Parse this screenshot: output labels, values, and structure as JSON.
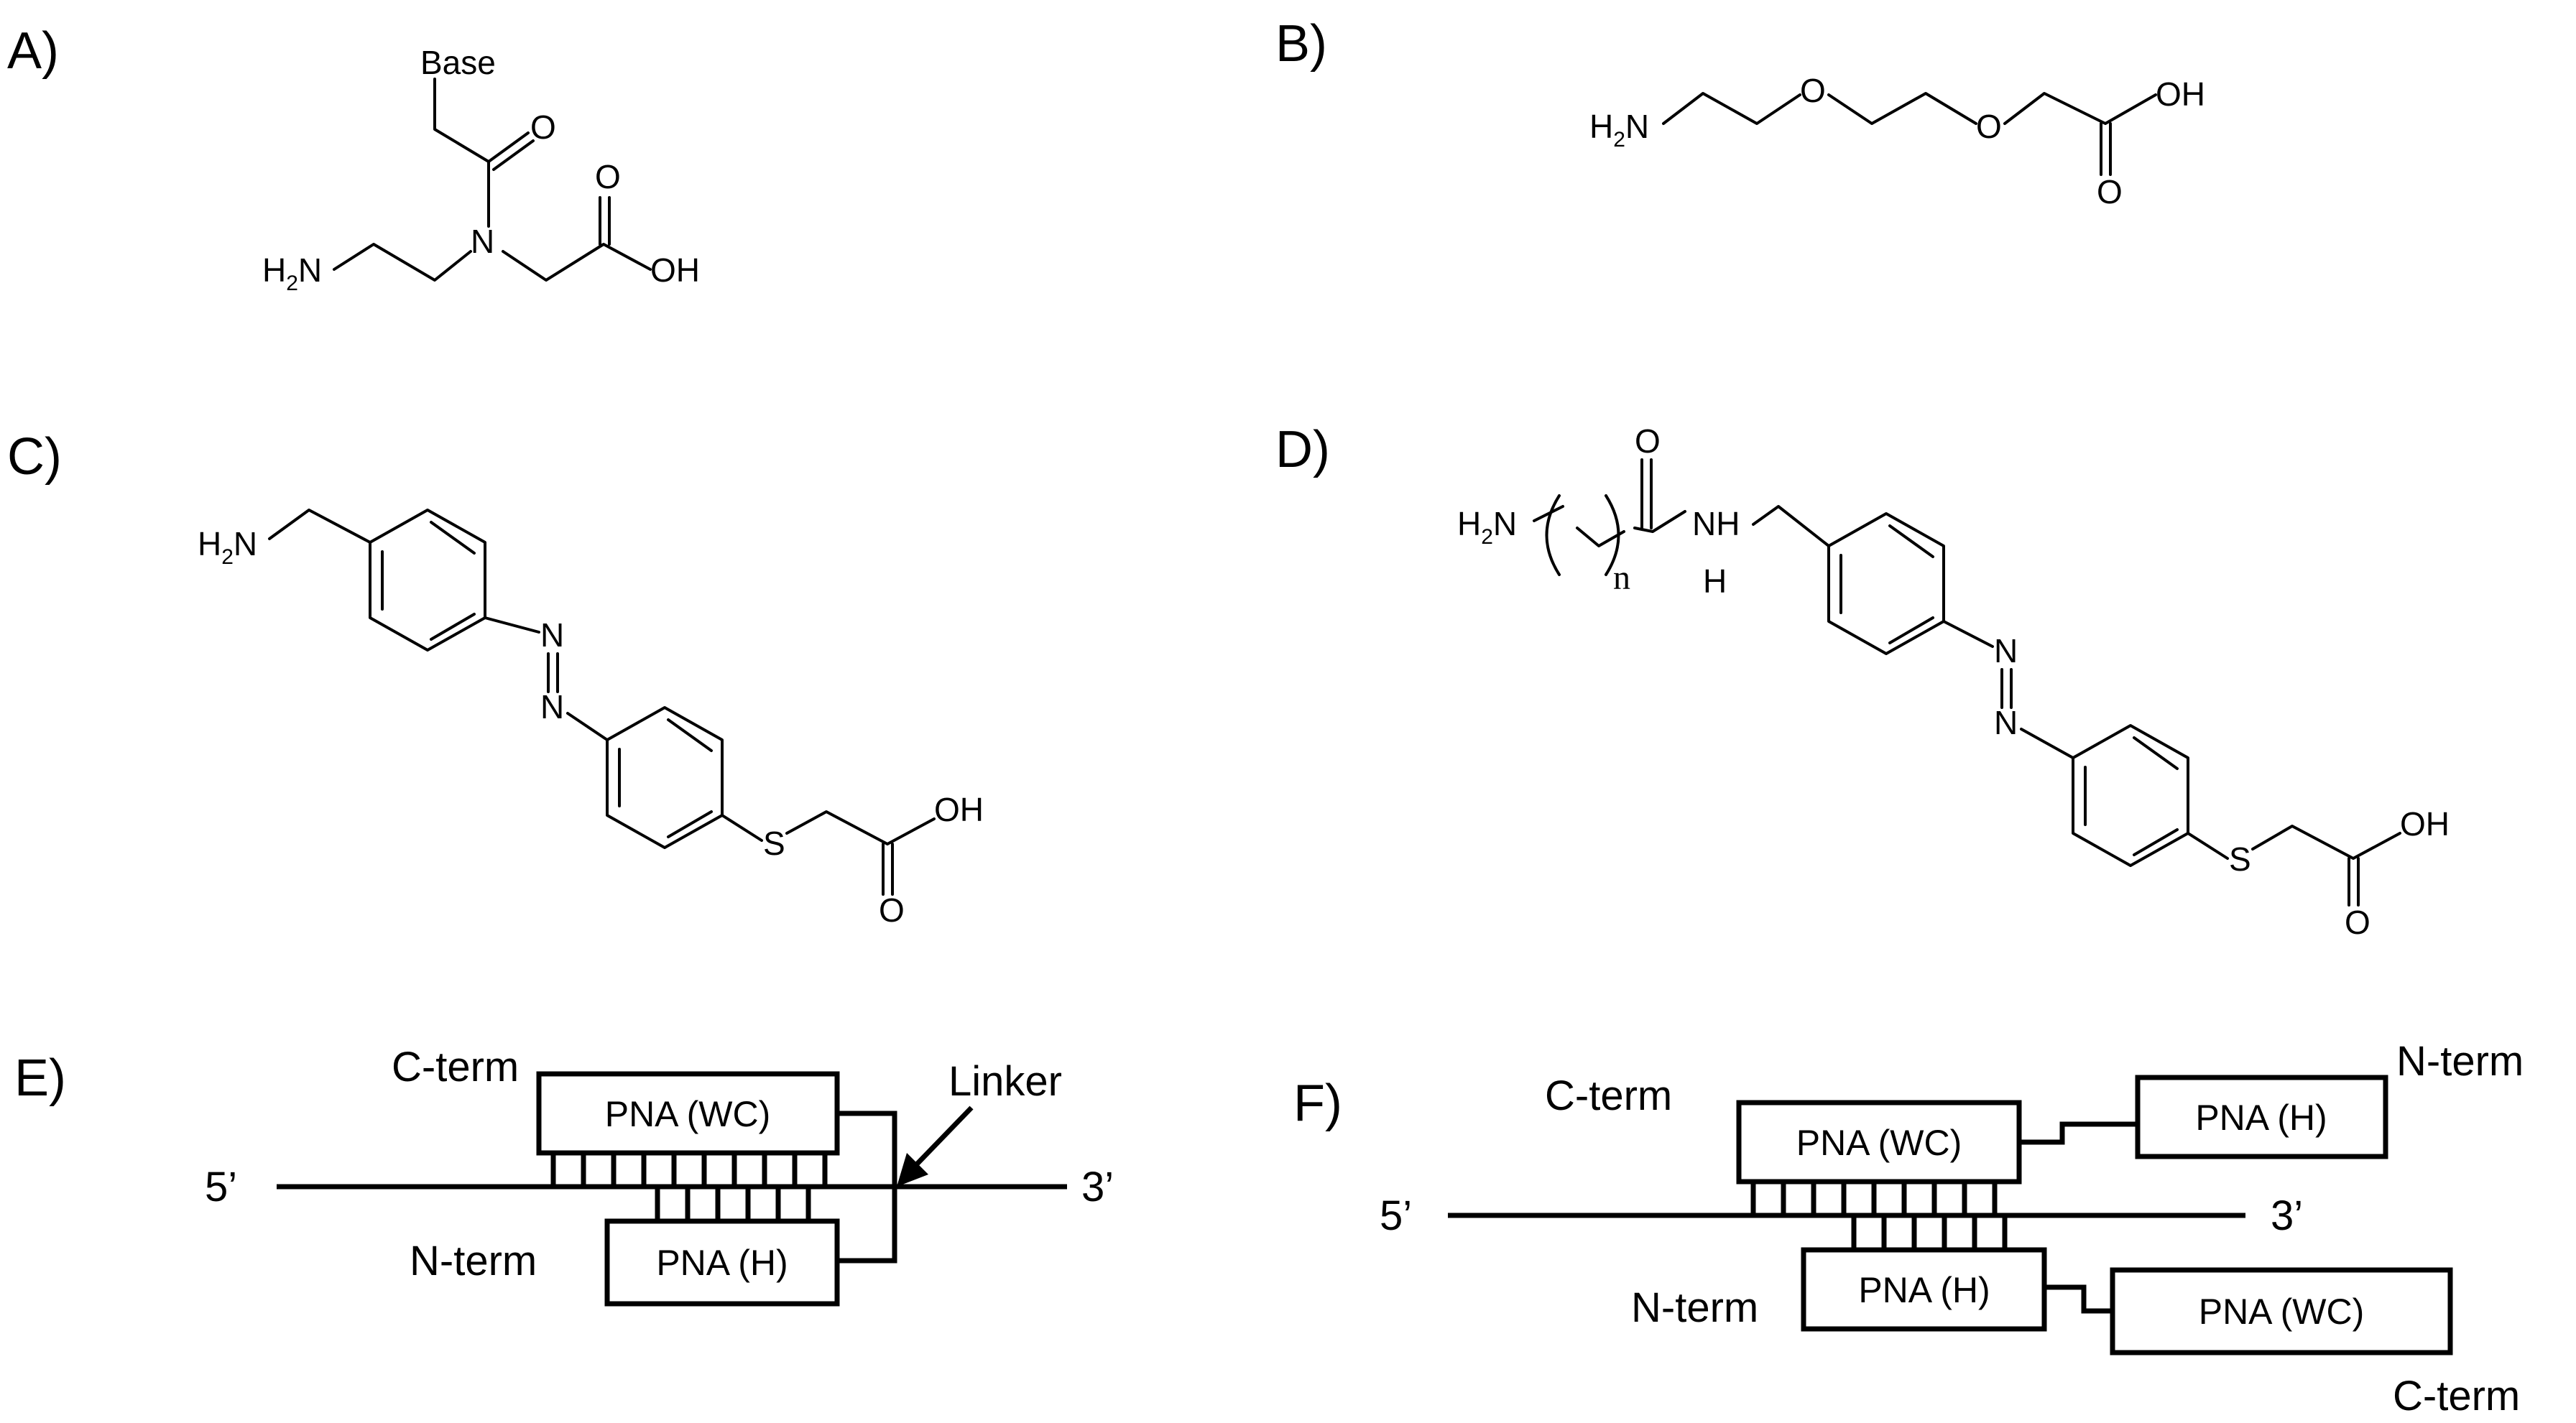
{
  "panels": {
    "a": "A)",
    "b": "B)",
    "c": "C)",
    "d": "D)",
    "e": "E)",
    "f": "F)"
  },
  "atoms": {
    "base": "Base",
    "oxygen": "O",
    "nitrogen": "N",
    "hydroxyl": "OH",
    "amine_h": "H",
    "amine_2": "2",
    "amine_n": "N",
    "sulfur": "S",
    "amide_nh": "NH",
    "amide_h": "H",
    "repeat_n": "n"
  },
  "diagram_e": {
    "c_term": "C-term",
    "n_term": "N-term",
    "pna_wc": "PNA (WC)",
    "pna_h": "PNA (H)",
    "linker": "Linker",
    "five_prime": "5’",
    "three_prime": "3’"
  },
  "diagram_f": {
    "c_term": "C-term",
    "n_term": "N-term",
    "pna_wc": "PNA (WC)",
    "pna_h": "PNA (H)",
    "pna_h_right": "PNA (H)",
    "pna_wc_right": "PNA (WC)",
    "n_term_right": "N-term",
    "c_term_right": "C-term",
    "five_prime": "5’",
    "three_prime": "3’"
  }
}
